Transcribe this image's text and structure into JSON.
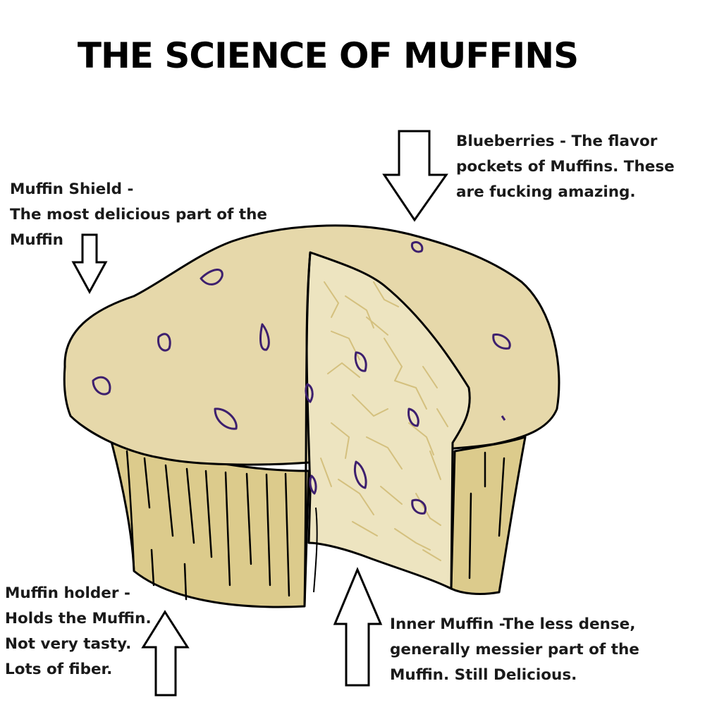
{
  "title": "THE SCIENCE OF MUFFINS",
  "labels": {
    "shield": [
      "Muffin Shield -",
      "The most delicious part of the",
      "Muffin"
    ],
    "blueberries": [
      "Blueberries - The flavor",
      "pockets of Muffins. These",
      "are fucking amazing."
    ],
    "holder": [
      "Muffin holder -",
      "Holds the Muffin.",
      "Not very tasty.",
      "Lots of fiber."
    ],
    "inner": [
      "Inner Muffin -The less dense,",
      "generally messier part of the",
      "Muffin. Still Delicious."
    ]
  },
  "colors": {
    "muffin_top": "#e6d8aa",
    "muffin_holder": "#dccb8c",
    "inner_muffin": "#ede4c0",
    "crumb": "#d4c07e",
    "blueberry": "#3d1f6e",
    "outline": "#000000"
  }
}
